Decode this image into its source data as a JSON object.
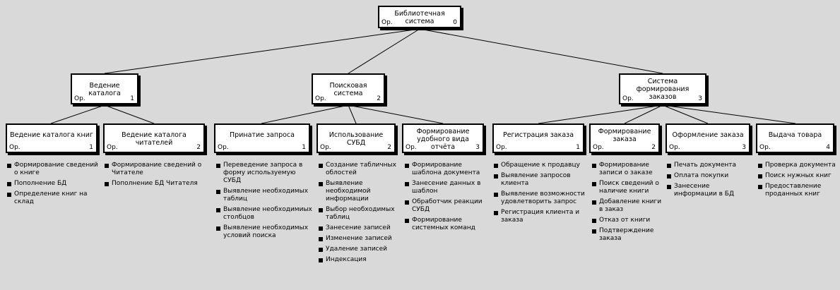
{
  "colors": {
    "background": "#d9d9d9",
    "box_fill": "#ffffff",
    "line": "#000000"
  },
  "root": {
    "title": "Библиотечная система",
    "role": "Ор.",
    "number": "0"
  },
  "level1": [
    {
      "title": "Ведение каталога",
      "role": "Ор.",
      "number": "1"
    },
    {
      "title": "Поисковая система",
      "role": "Ор.",
      "number": "2"
    },
    {
      "title": "Система формирования заказов",
      "role": "Ор.",
      "number": "3"
    }
  ],
  "level2": [
    {
      "title": "Ведение каталога книг",
      "role": "Ор.",
      "number": "1",
      "tasks": [
        "Формирование сведений о книге",
        "Пополнение БД",
        "Определение книг  на склад"
      ]
    },
    {
      "title": "Ведение каталога читателей",
      "role": "Ор.",
      "number": "2",
      "tasks": [
        "Формирование сведений  о Читателе",
        "Пополнение БД Читателя"
      ]
    },
    {
      "title": "Принатие запроса",
      "role": "Ор.",
      "number": "1",
      "tasks": [
        "Переведение запроса  в форму используемую СУБД",
        "Выявление необходимых таблиц",
        "Выявление необходимиых столбцов",
        "Выявление необходимых условий поиска"
      ]
    },
    {
      "title": "Использование СУБД",
      "role": "Ор.",
      "number": "2",
      "tasks": [
        "Создание  табличных облостей",
        "Выявление необходимой информации",
        "Выбор  необходимых таблиц",
        "Занесение записей",
        "Изменение записей",
        "Удаление записей",
        "Индексация"
      ]
    },
    {
      "title": "Формирование удобного вида отчёта",
      "role": "Ор.",
      "number": "3",
      "tasks": [
        "Формирование шаблона документа",
        "Занесение данных  в шаблон",
        "Обработчик реакции СУБД",
        "Формирование системных команд"
      ]
    },
    {
      "title": "Регистрация заказа",
      "role": "Ор.",
      "number": "1",
      "tasks": [
        "Обращение к продавцу",
        "Выявление запросов клиента",
        "Выявление возможности удовлетворить запрос",
        "Регистрация клиента  и заказа"
      ]
    },
    {
      "title": "Формирование заказа",
      "role": "Ор.",
      "number": "2",
      "tasks": [
        "Формирование записи о заказе",
        "Поиск сведений о наличие книги",
        "Добавление книги в заказ",
        "Отказ от книги",
        "Подтверждение заказа"
      ]
    },
    {
      "title": "Оформление заказа",
      "role": "Ор.",
      "number": "3",
      "tasks": [
        "Печать документа",
        "Оплата покупки",
        "Занесение информации в БД"
      ]
    },
    {
      "title": "Выдача товара",
      "role": "Ор.",
      "number": "4",
      "tasks": [
        "Проверка документа",
        "Поиск нужных книг",
        "Предоставление проданных книг"
      ]
    }
  ]
}
